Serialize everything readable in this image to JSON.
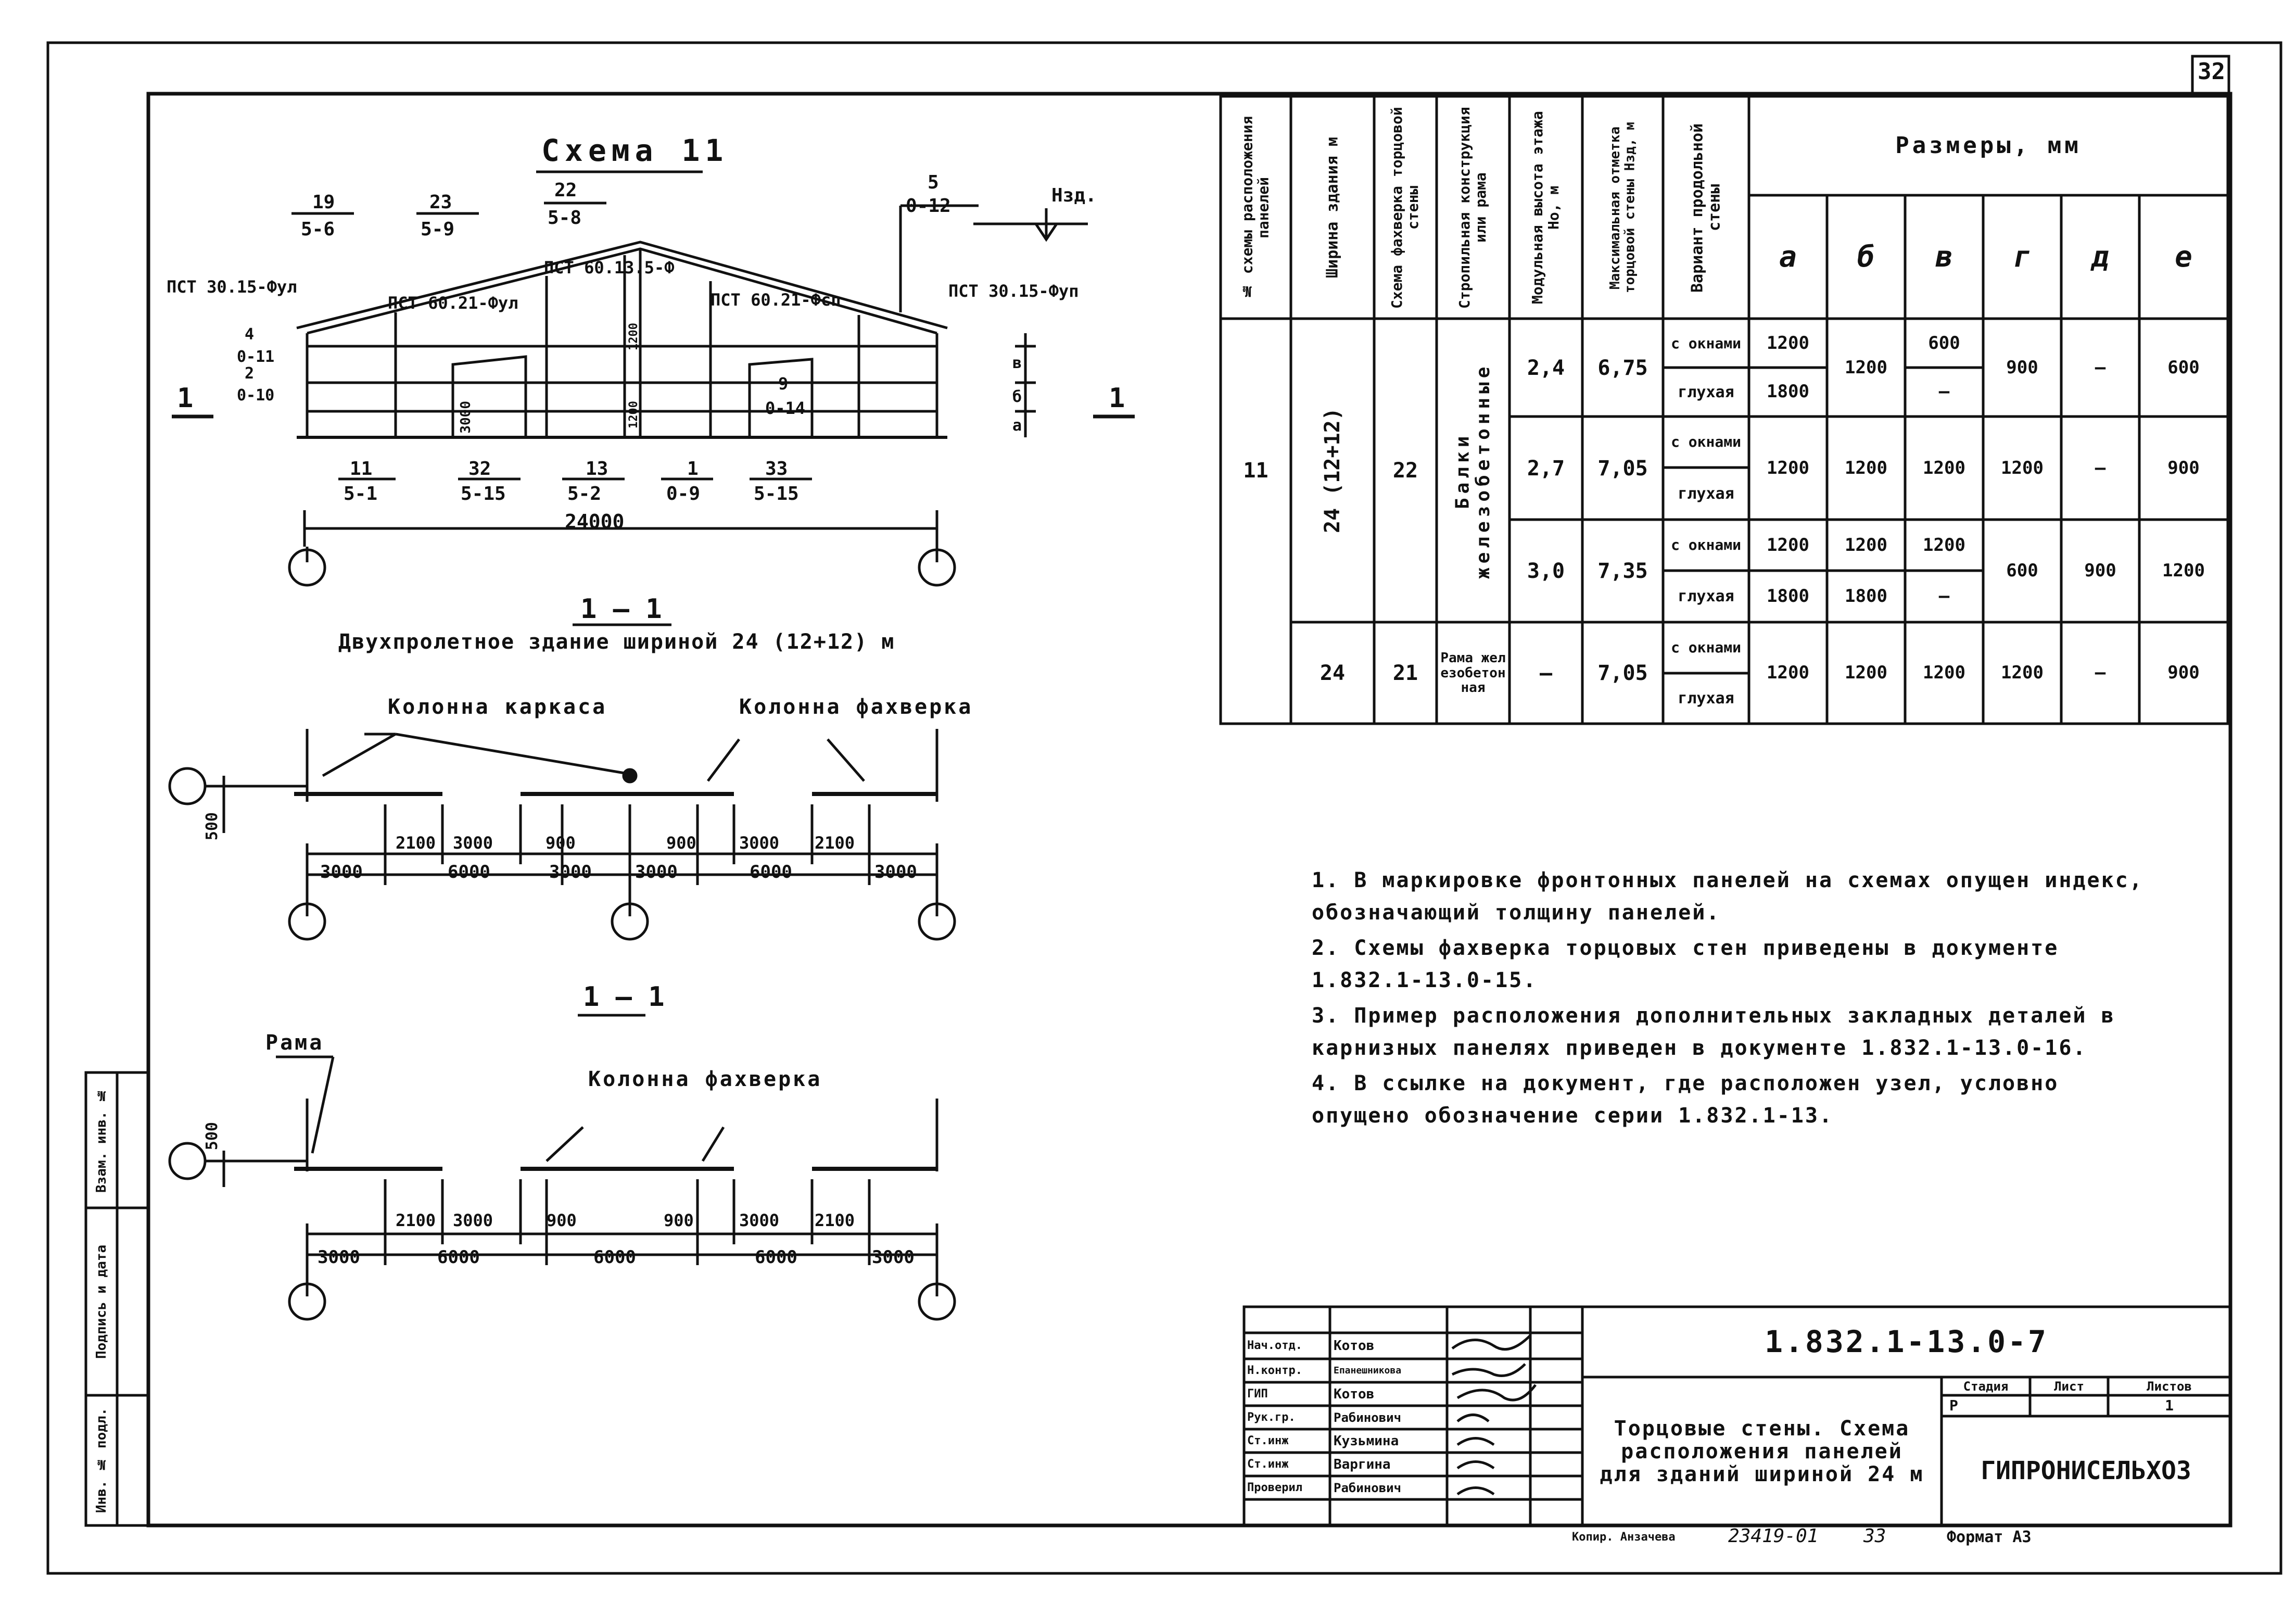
{
  "page_number": "32",
  "scheme": {
    "title": "Схема 11",
    "width_label": "24000",
    "section_mark": "1",
    "panel_labels": [
      "ПСТ 30.15-Фул",
      "ПСТ 60.21-Фул",
      "ПСТ 60.13.5-Ф",
      "ПСТ 60.21-Фсп",
      "ПСТ 30.15-Фуп"
    ],
    "fractions": [
      {
        "num": "19",
        "den": "5-6"
      },
      {
        "num": "23",
        "den": "5-9"
      },
      {
        "num": "22",
        "den": "5-8"
      },
      {
        "num": "5",
        "den": "0-12"
      },
      {
        "num": "4",
        "den": "0-11"
      },
      {
        "num": "2",
        "den": "0-10"
      },
      {
        "num": "9",
        "den": "0-14"
      },
      {
        "num": "11",
        "den": "5-1"
      },
      {
        "num": "32",
        "den": "5-15"
      },
      {
        "num": "13",
        "den": "5-2"
      },
      {
        "num": "1",
        "den": "0-9"
      },
      {
        "num": "33",
        "den": "5-15"
      }
    ],
    "height_label": "Нзд.",
    "dim_labels": [
      "a",
      "б",
      "в",
      "3000",
      "1200",
      "1200"
    ],
    "caption": "1 — 1",
    "subtitle": "Двухпролетное здание шириной 24 (12+12) м"
  },
  "plan1": {
    "label_col_frame": "Колонна каркаса",
    "label_col_fach": "Колонна фахверка",
    "offset": "500",
    "upper_dims": [
      "2100",
      "3000",
      "900",
      "900",
      "3000",
      "2100"
    ],
    "lower_dims": [
      "3000",
      "6000",
      "3000",
      "3000",
      "6000",
      "3000"
    ]
  },
  "section2_caption": "1 — 1",
  "plan2": {
    "label_frame": "Рама",
    "label_col_fach": "Колонна фахверка",
    "offset": "500",
    "upper_dims": [
      "2100",
      "3000",
      "900",
      "900",
      "3000",
      "2100"
    ],
    "lower_dims": [
      "3000",
      "6000",
      "6000",
      "6000",
      "3000"
    ]
  },
  "table": {
    "headers": [
      "№ схемы расположения панелей",
      "Ширина здания м",
      "Схема фахверка торцовой стены",
      "Стропильная конструкция или рама",
      "Модульная высота этажа Но, м",
      "Максимальная отметка торцовой стены Нзд, м",
      "Вариант продольной стены"
    ],
    "size_header": "Размеры, мм",
    "size_cols": [
      "а",
      "б",
      "в",
      "г",
      "д",
      "е"
    ],
    "scheme_no": "11",
    "width_main": "24 (12+12)",
    "fach_main": "22",
    "struct_main": "Балки железобетонные",
    "groups": [
      {
        "h": "2,4",
        "hmax": "6,75",
        "rows": [
          {
            "v": "с окнами",
            "a": "1200",
            "b": "1200",
            "c": "600",
            "d": "900",
            "e": "—",
            "f": "600"
          },
          {
            "v": "глухая",
            "a": "1800",
            "c": "—"
          }
        ]
      },
      {
        "h": "2,7",
        "hmax": "7,05",
        "rows": [
          {
            "v": "с окнами",
            "a": "1200",
            "b": "1200",
            "c": "1200",
            "d": "1200",
            "e": "—",
            "f": "900"
          },
          {
            "v": "глухая"
          }
        ]
      },
      {
        "h": "3,0",
        "hmax": "7,35",
        "rows": [
          {
            "v": "с окнами",
            "a": "1200",
            "b": "1200",
            "c": "1200",
            "d": "600",
            "e": "900",
            "f": "1200"
          },
          {
            "v": "глухая",
            "a": "1800",
            "b": "1800",
            "c": "—"
          }
        ]
      }
    ],
    "last": {
      "width": "24",
      "fach": "21",
      "struct": "Рама железобетонная",
      "h": "—",
      "hmax": "7,05",
      "v1": "с окнами",
      "v2": "глухая",
      "a": "1200",
      "b": "1200",
      "c": "1200",
      "d": "1200",
      "e": "—",
      "f": "900"
    }
  },
  "notes": [
    "1. В маркировке фронтонных панелей на схемах опущен индекс, обозначающий толщину панелей.",
    "2. Схемы фахверка торцовых стен приведены в документе 1.832.1-13.0-15.",
    "3. Пример расположения дополнительных закладных деталей в карнизных панелях приведен в документе 1.832.1-13.0-16.",
    "4. В ссылке на документ, где расположен узел, условно опущено обозначение серии 1.832.1-13."
  ],
  "side_stamp": [
    "Инв. № подл.",
    "Подпись и дата",
    "Взам. инв. №"
  ],
  "title_block": {
    "doc_code": "1.832.1-13.0-7",
    "title": "Торцовые стены. Схема расположения панелей для зданий шириной 24 м",
    "roles": [
      "Нач.отд.",
      "Н.контр.",
      "ГИП",
      "Рук.гр.",
      "Ст.инж",
      "Ст.инж",
      "Проверил"
    ],
    "names": [
      "Котов",
      "Епанешникова",
      "Котов",
      "Рабинович",
      "Кузьмина",
      "Варгина",
      "Рабинович"
    ],
    "stage_label": "Стадия",
    "sheet_label": "Лист",
    "sheets_label": "Листов",
    "stage": "Р",
    "sheets": "1",
    "org": "ГИПРОНИСЕЛЬХОЗ",
    "copied": "Копир. Анзачева",
    "inv": "23419-01",
    "inv_page": "33",
    "format": "Формат А3"
  }
}
